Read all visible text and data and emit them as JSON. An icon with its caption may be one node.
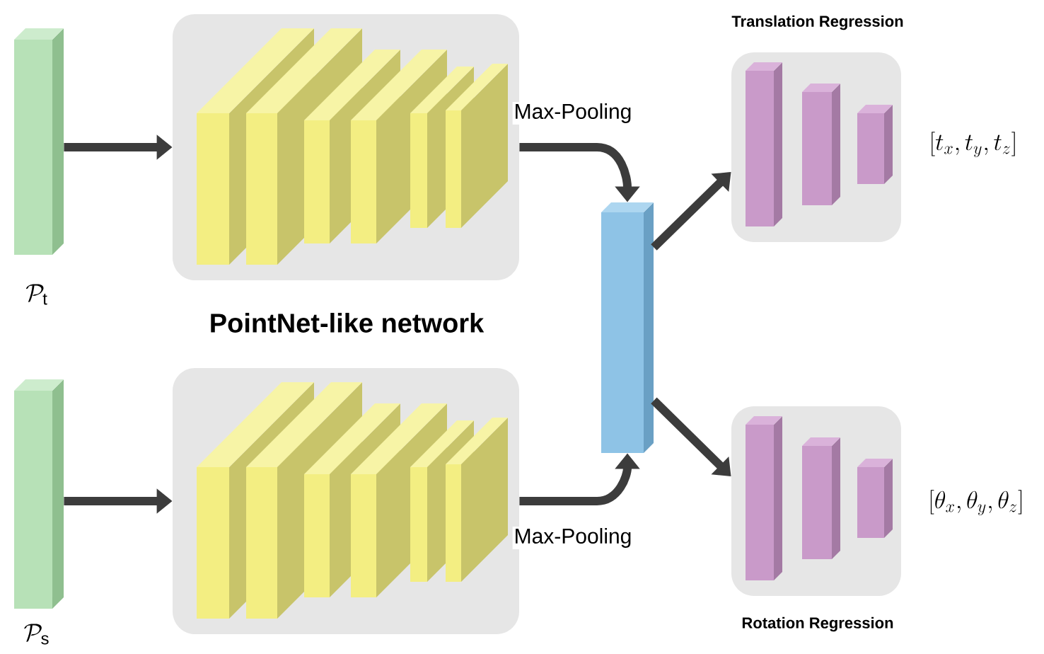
{
  "diagram": {
    "nodes": [
      {
        "text": [],
        "shape": "bar",
        "beside": [
          "\\mathcal{P}_{\\mathrm{t}}"
        ]
      },
      {
        "text": [],
        "shape": "box"
      },
      {
        "text": [],
        "shape": "bar",
        "beside": [
          "\\mathcal{P}_{\\mathrm{s}}"
        ]
      },
      {
        "text": [],
        "shape": "box"
      },
      {
        "text": [],
        "shape": "bar"
      },
      {
        "text": [
          "Translation Regression"
        ],
        "beside": [
          "[t_x,t_y,t_z]"
        ]
      },
      {
        "text": [
          "Rotation Regression"
        ],
        "beside": [
          "[\\theta_x,\\theta_y,\\theta_z]"
        ]
      }
    ],
    "edges": [
      {
        "from": 0,
        "to": 1,
        "arrow": "to"
      },
      {
        "from": 2,
        "to": 3,
        "arrow": "to"
      },
      {
        "from": 1,
        "to": 4,
        "arrow": "to",
        "label": "Max-Pooling"
      },
      {
        "from": 3,
        "to": 4,
        "arrow": "to",
        "label": "Max-Pooling"
      },
      {
        "from": 4,
        "to": 5,
        "arrow": "to"
      },
      {
        "from": 4,
        "to": 6,
        "arrow": "to"
      }
    ],
    "labels": [
      "PointNet-like network"
    ]
  }
}
